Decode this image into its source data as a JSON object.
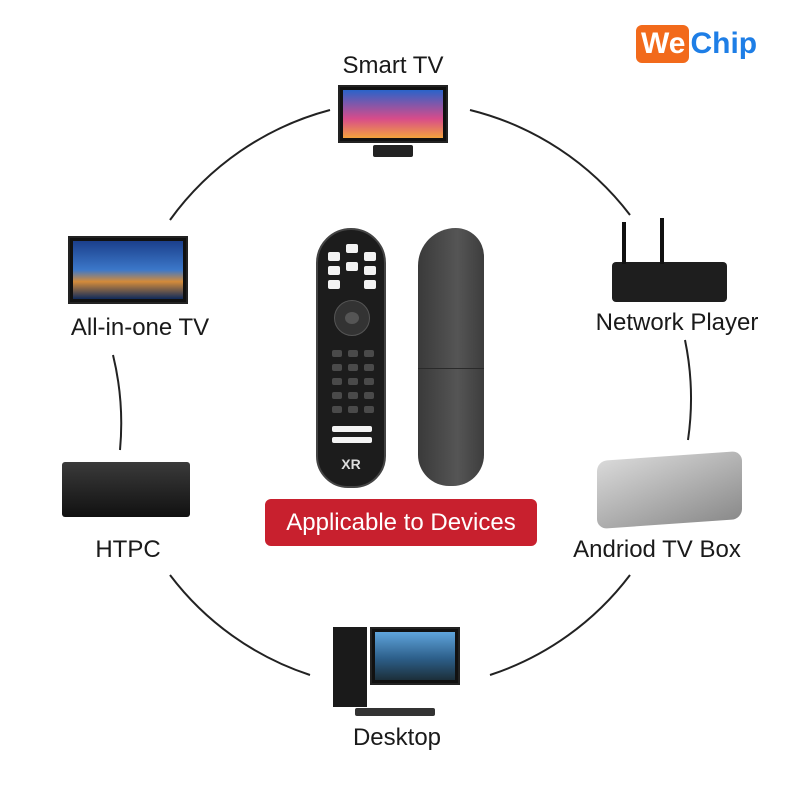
{
  "brand_logo": {
    "part1": "We",
    "part2": "Chip"
  },
  "center_button": "Applicable to Devices",
  "devices": [
    {
      "label": "Smart TV"
    },
    {
      "label": "All-in-one TV"
    },
    {
      "label": "Network Player"
    },
    {
      "label": "HTPC"
    },
    {
      "label": "Andriod TV Box"
    },
    {
      "label": "Desktop"
    }
  ],
  "remote_logo": "XR",
  "colors": {
    "accent": "#c8202e",
    "logo_orange": "#f26a1b",
    "logo_blue": "#1e7ee6"
  }
}
